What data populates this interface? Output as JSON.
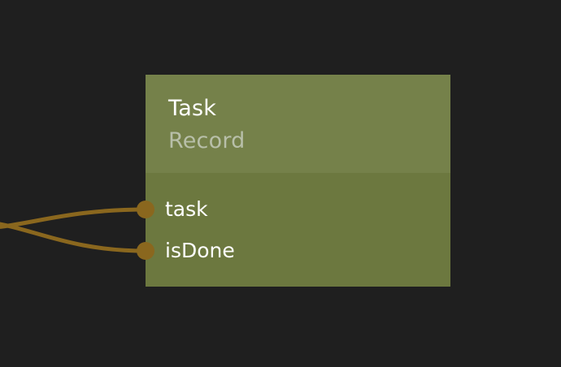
{
  "canvas": {
    "background_color": "#1f1f1f"
  },
  "editor": {
    "node": {
      "title": "Task",
      "subtitle": "Record",
      "header_color": "#75814a",
      "body_color": "#6c783f",
      "title_color": "#ffffff",
      "subtitle_color": "#b8bfa9",
      "port_label_color": "#ffffff",
      "inputs": [
        {
          "label": "task"
        },
        {
          "label": "isDone"
        }
      ]
    },
    "wires": {
      "color": "#8a671e",
      "socket_color": "#8a671e",
      "stroke_width": "5",
      "paths": [
        "M -40 282 C 30 282, 70 258, 180 258",
        "M -40 272 C 30 272, 70 309, 180 309"
      ]
    }
  }
}
